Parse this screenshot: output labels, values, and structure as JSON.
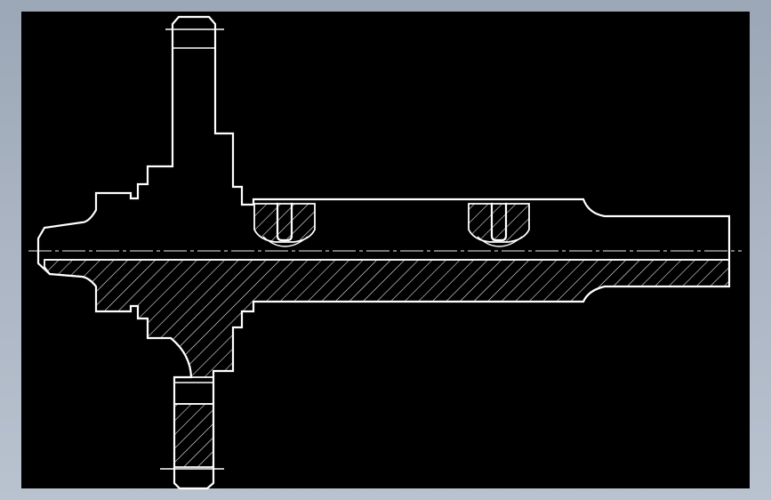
{
  "drawing": {
    "viewport_background": "#000000",
    "line_color": "#ffffff",
    "frame_color": "#aab4c2",
    "view_type": "half-section",
    "features": [
      "gear-top",
      "gear-bottom",
      "shaft",
      "keyway-left",
      "keyway-right",
      "centerline",
      "section-hatching"
    ]
  }
}
